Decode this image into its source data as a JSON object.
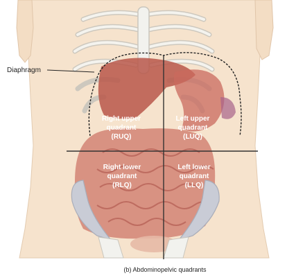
{
  "callout": {
    "label": "Diaphragm"
  },
  "quadrants": [
    {
      "name_line1": "Right upper",
      "name_line2": "quadrant",
      "abbr": "(RUQ)"
    },
    {
      "name_line1": "Left upper",
      "name_line2": "quadrant",
      "abbr": "(LUQ)"
    },
    {
      "name_line1": "Right lower",
      "name_line2": "quadrant",
      "abbr": "(RLQ)"
    },
    {
      "name_line1": "Left lower",
      "name_line2": "quadrant",
      "abbr": "(LLQ)"
    }
  ],
  "caption": "(b) Abdominopelvic quadrants",
  "colors": {
    "skin": "#f6e3cd",
    "bone": "#f2f2ee",
    "bone_outline": "#c9c6bd",
    "liver": "#b8574a",
    "stomach": "#c96a5e",
    "intestine": "#cc6f63",
    "pelvis": "#c9ccd6",
    "dividers": "#333333"
  }
}
